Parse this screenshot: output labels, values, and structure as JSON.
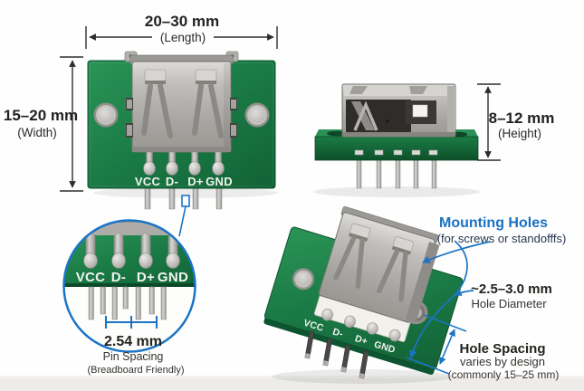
{
  "dimensions": {
    "length": {
      "value": "20–30 mm",
      "label": "(Length)"
    },
    "width": {
      "value": "15–20 mm",
      "label": "(Width)"
    },
    "height": {
      "value": "8–12 mm",
      "label": "(Height)"
    }
  },
  "pins": {
    "labels": [
      "VCC",
      "D-",
      "D+",
      "GND"
    ]
  },
  "pin_spacing": {
    "value": "2.54 mm",
    "label": "Pin Spacing",
    "note": "(Breadboard Friendly)"
  },
  "mounting": {
    "holes_title": "Mounting Holes",
    "holes_note": "(for screws or standofffs)",
    "diameter_value": "~2.5–3.0 mm",
    "diameter_label": "Hole Diameter",
    "spacing_title": "Hole Spacing",
    "spacing_line1": "varies by design",
    "spacing_line2": "(commonly 15–25 mm)"
  },
  "colors": {
    "accent_blue": "#1b74c5",
    "pcb_green": "#1d8049",
    "pcb_green_dark": "#0f5c31",
    "metal_gray": "#b4b2ae",
    "navy_text": "#26354f",
    "ink": "#232220",
    "background": "#fefefe",
    "floor_gray": "#edecea"
  }
}
